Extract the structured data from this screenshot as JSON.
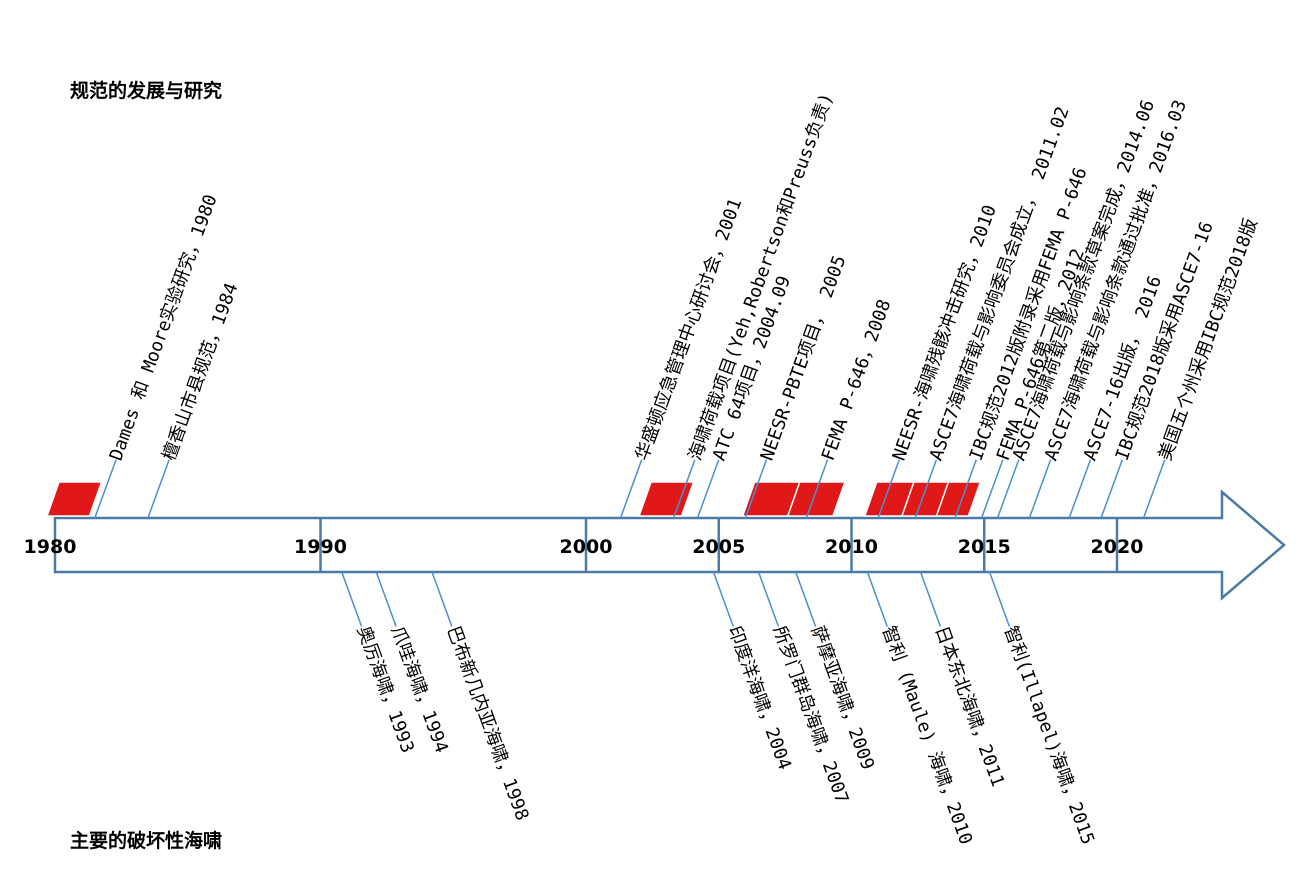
{
  "titles": {
    "top": "规范的发展与研究",
    "bottom": "主要的破坏性海啸"
  },
  "colors": {
    "arrow_stroke": "#4a7aa5",
    "leader_line": "#4a90d0",
    "bar_fill": "#e01818",
    "bar_stroke": "#ffffff"
  },
  "axis": {
    "start": 1980,
    "end": 2022,
    "ticks": [
      "1980",
      "1990",
      "2000",
      "2005",
      "2010",
      "2015",
      "2020"
    ],
    "tick_values": [
      1980,
      1990,
      2000,
      2005,
      2010,
      2015,
      2020
    ]
  },
  "bars": [
    {
      "from": 1979.7,
      "to": 1981.3
    },
    {
      "from": 2002.0,
      "to": 2003.6
    },
    {
      "from": 2005.9,
      "to": 2007.6
    },
    {
      "from": 2007.6,
      "to": 2009.3
    },
    {
      "from": 2010.5,
      "to": 2011.9
    },
    {
      "from": 2011.9,
      "to": 2013.2
    },
    {
      "from": 2013.2,
      "to": 2014.4
    }
  ],
  "events_top": [
    {
      "year": 1981.5,
      "label": "Dames 和 Moore实验研究，1980"
    },
    {
      "year": 1983.5,
      "label": "檀香山市县规范，1984"
    },
    {
      "year": 2001.3,
      "label": "华盛顿应急管理中心研讨会，2001"
    },
    {
      "year": 2003.3,
      "label": "海啸荷载项目(Yeh,Robertson和Preuss负责)"
    },
    {
      "year": 2004.2,
      "label": "ATC 64项目，2004.09"
    },
    {
      "year": 2006.0,
      "label": "NEESR-PBTE项目， 2005"
    },
    {
      "year": 2008.3,
      "label": "FEMA P-646，2008"
    },
    {
      "year": 2011.0,
      "label": "NEESR-海啸残骸冲击研究，2010"
    },
    {
      "year": 2012.4,
      "label": "ASCE7海啸荷载与影响委员会成立， 2011.02"
    },
    {
      "year": 2013.9,
      "label": "IBC规范2012版附录采用FEMA P-646"
    },
    {
      "year": 2014.9,
      "label": "FEMA P-646第二版，2012"
    },
    {
      "year": 2015.5,
      "label": "ASCE7海啸荷载与影响条款草案完成，2014.06"
    },
    {
      "year": 2016.7,
      "label": "ASCE7海啸荷载与影响条款通过批准，2016.03"
    },
    {
      "year": 2018.2,
      "label": "ASCE7-16出版， 2016"
    },
    {
      "year": 2019.4,
      "label": "IBC规范2018版采用ASCE7-16"
    },
    {
      "year": 2021.0,
      "label": "美国五个州采用IBC规范2018版"
    }
  ],
  "events_bottom": [
    {
      "year": 1990.8,
      "label": "奥厉海啸，1993"
    },
    {
      "year": 1992.1,
      "label": "爪哇海啸，1994"
    },
    {
      "year": 1994.2,
      "label": "巴布新几内亚海啸，1998"
    },
    {
      "year": 2004.8,
      "label": "印度洋海啸，2004"
    },
    {
      "year": 2006.5,
      "label": "所罗门群岛海啸，2007"
    },
    {
      "year": 2007.9,
      "label": "萨摩亚海啸，2009"
    },
    {
      "year": 2010.6,
      "label": "智利 (Maule) 海啸，2010"
    },
    {
      "year": 2012.6,
      "label": "日本东北海啸，2011"
    },
    {
      "year": 2015.2,
      "label": "智利(Illapel)海啸，2015"
    }
  ]
}
